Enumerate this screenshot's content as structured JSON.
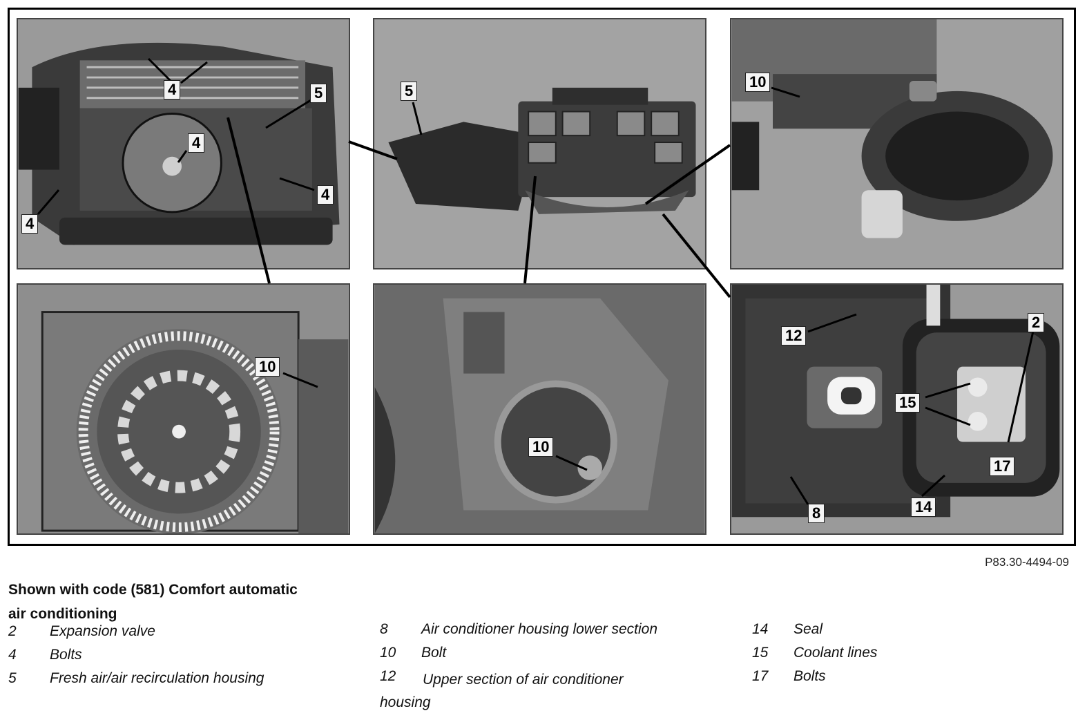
{
  "figure": {
    "reference_code": "P83.30-4494-09",
    "panels": [
      {
        "name": "panel-top-left",
        "callouts": [
          "4",
          "5",
          "4",
          "4",
          "4"
        ]
      },
      {
        "name": "panel-top-center",
        "callouts": [
          "5"
        ]
      },
      {
        "name": "panel-top-right",
        "callouts": [
          "10"
        ]
      },
      {
        "name": "panel-bottom-left",
        "callouts": [
          "10"
        ]
      },
      {
        "name": "panel-bottom-center",
        "callouts": [
          "10"
        ]
      },
      {
        "name": "panel-bottom-right",
        "callouts": [
          "12",
          "2",
          "15",
          "17",
          "8",
          "14"
        ]
      }
    ]
  },
  "caption": {
    "title": "Shown with code (581) Comfort automatic air conditioning"
  },
  "legend": [
    {
      "num": "2",
      "text": "Expansion valve"
    },
    {
      "num": "4",
      "text": "Bolts"
    },
    {
      "num": "5",
      "text": "Fresh air/air recirculation housing"
    },
    {
      "num": "8",
      "text": "Air conditioner housing lower section"
    },
    {
      "num": "10",
      "text": "Bolt"
    },
    {
      "num": "12",
      "text": "Upper section of air conditioner housing"
    },
    {
      "num": "14",
      "text": "Seal"
    },
    {
      "num": "15",
      "text": "Coolant lines"
    },
    {
      "num": "17",
      "text": "Bolts"
    }
  ]
}
